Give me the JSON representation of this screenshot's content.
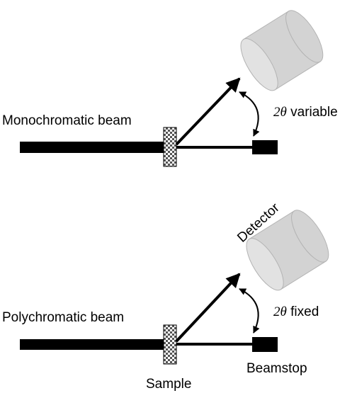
{
  "colors": {
    "beam": "#000000",
    "detector_fill": "#d3d3d3",
    "detector_face": "#e2e2e2",
    "detector_stroke": "#b3b3b3",
    "sample_dark": "#555555",
    "sample_light": "#ffffff"
  },
  "top": {
    "beam_label": "Monochromatic beam",
    "angle_symbol": "2θ",
    "angle_text": " variable"
  },
  "bottom": {
    "beam_label": "Polychromatic beam",
    "angle_symbol": "2θ",
    "angle_text": " fixed",
    "detector_label": "Detector",
    "sample_label": "Sample",
    "beamstop_label": "Beamstop"
  }
}
